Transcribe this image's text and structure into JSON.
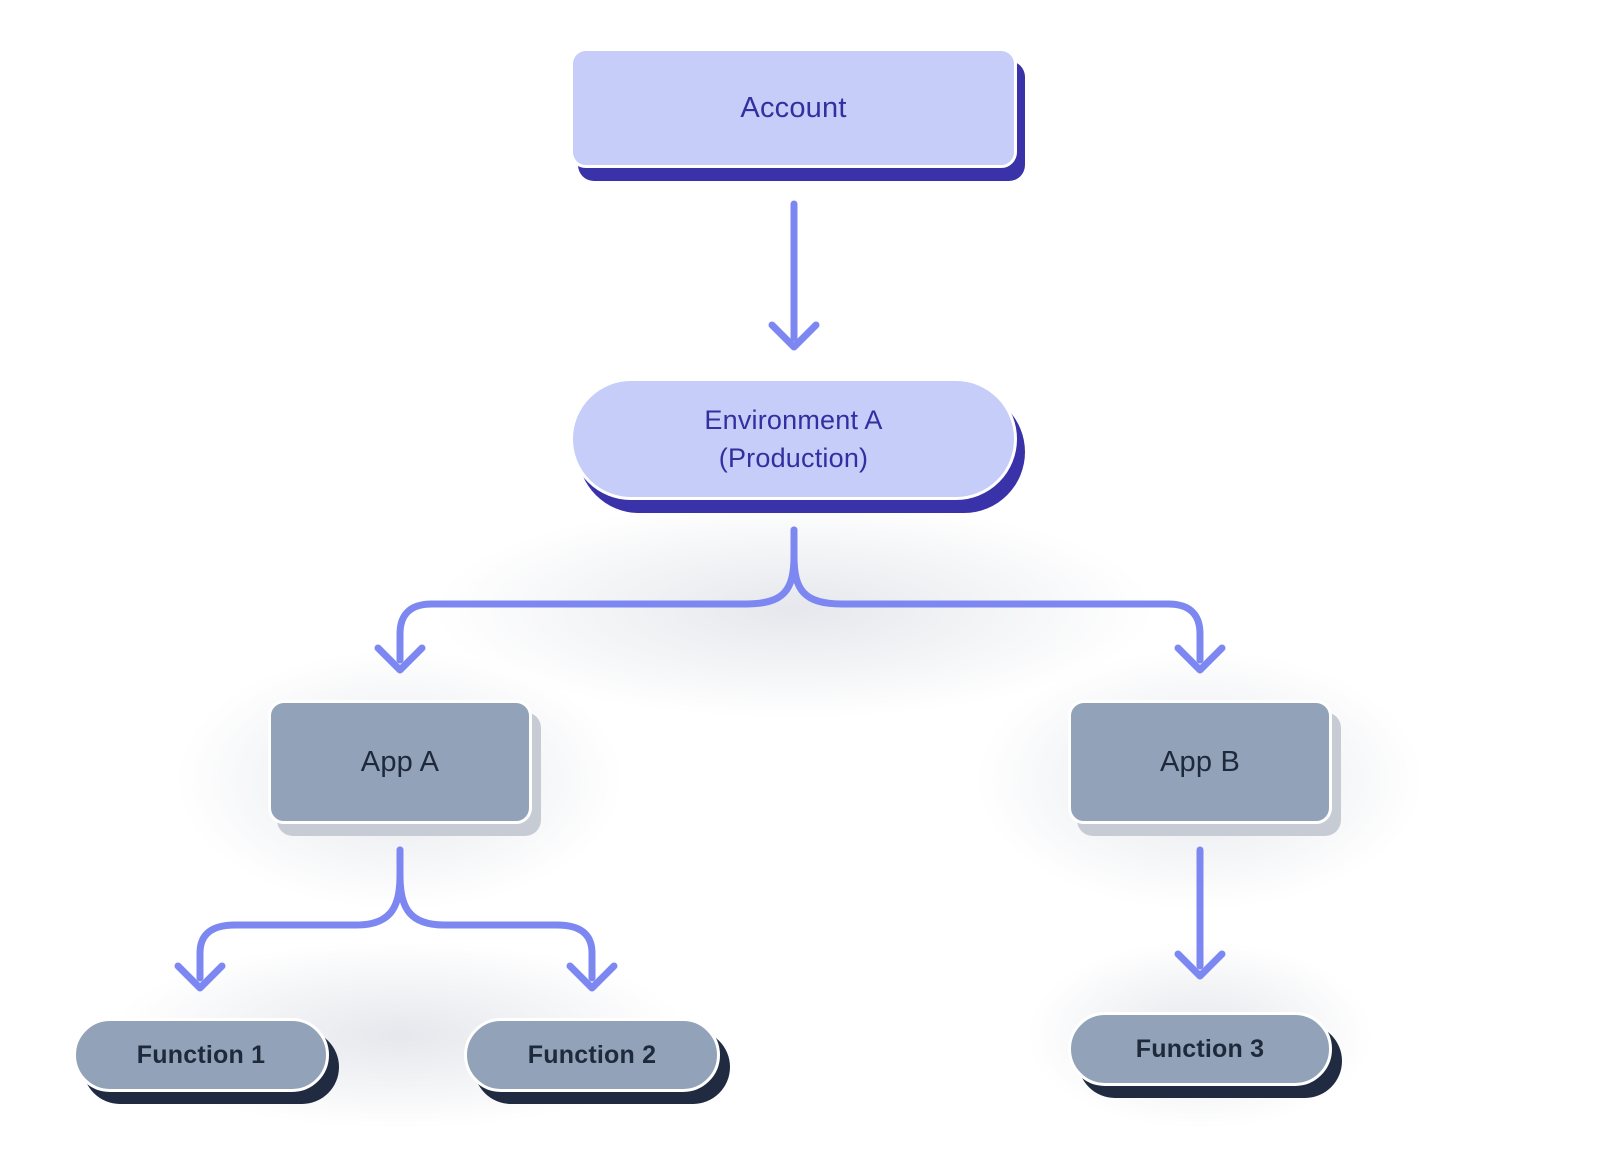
{
  "diagram": {
    "nodes": {
      "account": {
        "label": "Account"
      },
      "environment_a": {
        "label_line1": "Environment A",
        "label_line2": "(Production)"
      },
      "app_a": {
        "label": "App A"
      },
      "app_b": {
        "label": "App B"
      },
      "function_1": {
        "label": "Function 1"
      },
      "function_2": {
        "label": "Function 2"
      },
      "function_3": {
        "label": "Function 3"
      }
    },
    "edges": [
      {
        "from": "Account",
        "to": "Environment A (Production)"
      },
      {
        "from": "Environment A (Production)",
        "to": "App A"
      },
      {
        "from": "Environment A (Production)",
        "to": "App B"
      },
      {
        "from": "App A",
        "to": "Function 1"
      },
      {
        "from": "App A",
        "to": "Function 2"
      },
      {
        "from": "App B",
        "to": "Function 3"
      }
    ]
  },
  "theme": {
    "node-lavender": "#c5cdf8",
    "node-lavender-shadow": "#3a32a8",
    "node-lavender-text": "#332fa0",
    "node-slate": "#92a2b8",
    "node-slate-text": "#1e2a3c",
    "node-slate-shadow-dark": "#202a40",
    "node-slate-shadow-light": "#c7ccd4",
    "node-border": "#ffffff",
    "arrow": "#7d87f1",
    "canvas": "#ffffff"
  }
}
